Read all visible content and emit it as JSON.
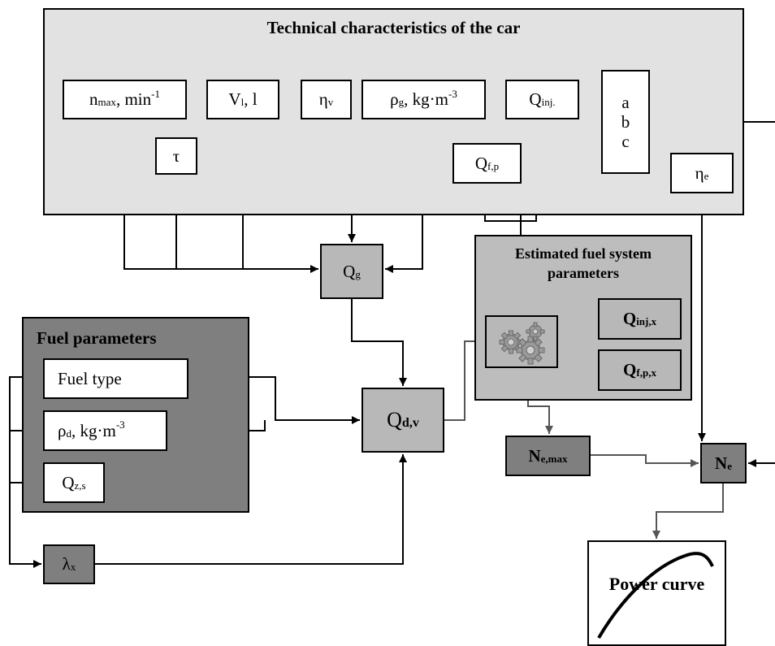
{
  "technical": {
    "title": "Technical characteristics of the car",
    "n_max": {
      "main": "n",
      "sub": "max",
      "suffix": ", min",
      "sup": "-1"
    },
    "tau": "τ",
    "V": {
      "main": "V",
      "sub": "l",
      "suffix": ", l"
    },
    "eta_v": {
      "main": "η",
      "sub": "v"
    },
    "rho_g": {
      "main": "ρ",
      "sub": "g",
      "suffix": ", kg·m",
      "sup": "-3"
    },
    "Q_inj": {
      "main": "Q",
      "sub": "inj."
    },
    "abc": [
      "a",
      "b",
      "c"
    ],
    "Q_fp": {
      "main": "Q",
      "sub": "f,p"
    },
    "eta_e": {
      "main": "η",
      "sub": "e"
    }
  },
  "estimated": {
    "title_line1": "Estimated fuel system",
    "title_line2": "parameters",
    "Q_injx": {
      "main": "Q",
      "sub": "inj,x"
    },
    "Q_fpx": {
      "main": "Q",
      "sub": "f,p,x"
    },
    "gears_icon": "gears-icon"
  },
  "fuel": {
    "title": "Fuel parameters",
    "fuel_type": "Fuel type",
    "rho_d": {
      "main": "ρ",
      "sub": "d",
      "suffix": ", kg·m",
      "sup": "-3"
    },
    "Q_zs": {
      "main": "Q",
      "sub": "z,s"
    }
  },
  "calc": {
    "Q_g": {
      "main": "Q",
      "sub": "g"
    },
    "Q_dv": {
      "main": "Q",
      "sub": "d,v"
    },
    "lambda_x": {
      "main": "λ",
      "sub": "x"
    },
    "N_emax": {
      "main": "N",
      "sub": "e,max"
    },
    "N_e": {
      "main": "N",
      "sub": "e"
    }
  },
  "power_curve": {
    "label": "Power curve"
  },
  "colors": {
    "panel_light": "#e2e2e2",
    "panel_mid": "#bdbdbd",
    "panel_dark": "#7f7f7f",
    "arrow_gray": "#555555"
  }
}
